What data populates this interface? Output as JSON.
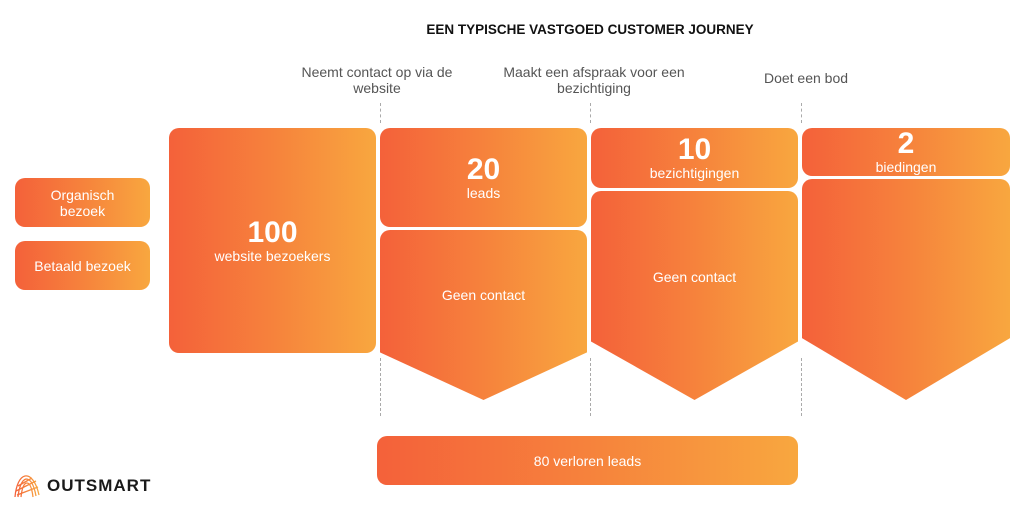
{
  "title": "EEN TYPISCHE VASTGOED CUSTOMER JOURNEY",
  "steps": [
    "Neemt contact op via de website",
    "Maakt een afspraak voor een bezichtiging",
    "Doet een bod"
  ],
  "sources": [
    "Organisch bezoek",
    "Betaald bezoek"
  ],
  "stages": [
    {
      "number": "100",
      "label": "website bezoekers"
    },
    {
      "number": "20",
      "label": "leads"
    },
    {
      "number": "10",
      "label": "bezichtigingen"
    },
    {
      "number": "2",
      "label": "biedingen"
    }
  ],
  "dropoffs": [
    "Geen contact",
    "Geen contact"
  ],
  "lost": "80 verloren leads",
  "logo": "OUTSMART",
  "colors": {
    "gradient_start": "#F4613A",
    "gradient_end": "#F8A73F"
  }
}
